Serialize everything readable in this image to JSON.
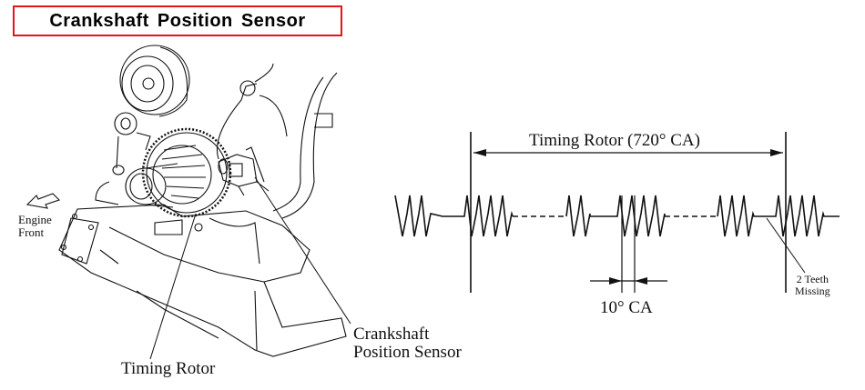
{
  "title": "Crankshaft Position Sensor",
  "illustration": {
    "labels": {
      "engine_front_line1": "Engine",
      "engine_front_line2": "Front",
      "timing_rotor": "Timing Rotor",
      "sensor_line1": "Crankshaft",
      "sensor_line2": "Position Sensor"
    }
  },
  "waveform": {
    "span_label": "Timing Rotor (720° CA)",
    "tooth_pitch_label": "10° CA",
    "missing_line1": "2 Teeth",
    "missing_line2": "Missing"
  },
  "colors": {
    "title_border": "#e8141b",
    "line": "#111111"
  }
}
